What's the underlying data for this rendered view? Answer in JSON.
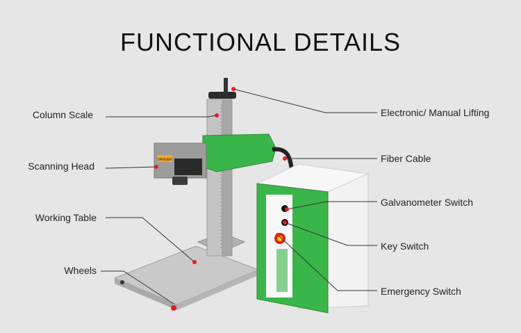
{
  "title": "FUNCTIONAL DETAILS",
  "machine_label": "DANGER",
  "callouts": {
    "column_scale": "Column Scale",
    "scanning_head": "Scanning Head",
    "working_table": "Working Table",
    "wheels": "Wheels",
    "lifting": "Electronic/ Manual Lifting",
    "fiber_cable": "Fiber Cable",
    "galvo_switch": "Galvanometer Switch",
    "key_switch": "Key Switch",
    "emergency_switch": "Emergency Switch"
  },
  "colors": {
    "background": "#e6e6e6",
    "machine_green": "#3ab54a",
    "marker_red": "#e0201e",
    "line": "#333333"
  }
}
